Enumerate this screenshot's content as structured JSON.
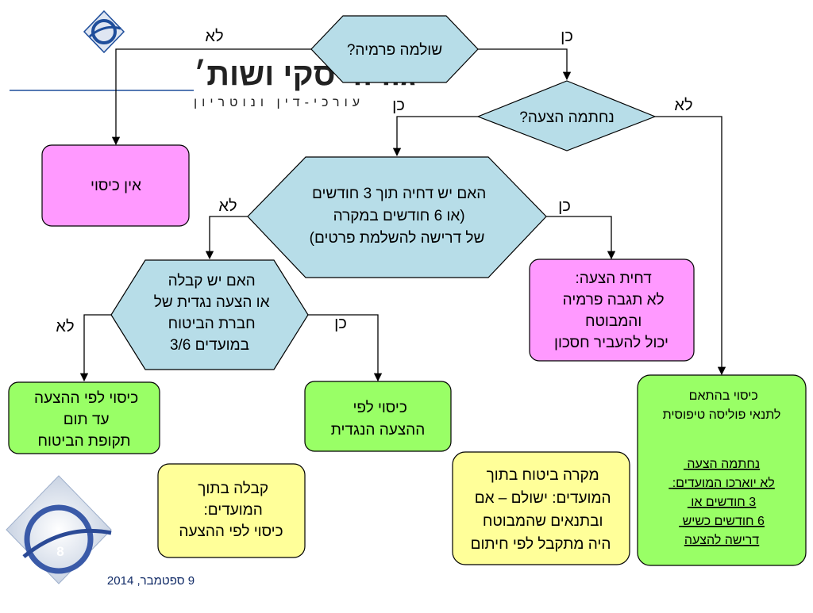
{
  "logo": {
    "name": "גורודיסקי ושות׳",
    "tagline": "עורכי-דין ונוטריון"
  },
  "footer": {
    "page_number": "8",
    "date": "9 ספטמבר, 2014"
  },
  "colors": {
    "decision": "#b7dde8",
    "no_coverage": "#ff99ff",
    "coverage": "#99ff66",
    "note": "#ffff99",
    "logo_blue": "#1f4e9b"
  },
  "diagram": {
    "decisions": {
      "premium_paid": {
        "lines": [
          "שולמה פרמיה?"
        ]
      },
      "proposal_signed": {
        "lines": [
          "נחתמה הצעה?"
        ]
      },
      "rejection": {
        "lines": [
          "האם יש דחיה תוך 3 חודשים",
          "(או 6 חודשים במקרה",
          "של דרישה להשלמת פרטים)"
        ]
      },
      "acceptance": {
        "lines": [
          "האם יש קבלה",
          "או הצעה נגדית של",
          "חברת הביטוח",
          "במועדים 3/6"
        ]
      }
    },
    "boxes": {
      "no_coverage": {
        "lines": [
          "אין כיסוי"
        ]
      },
      "proposal_rejected": {
        "lines": [
          "דחית הצעה:",
          "לא תגבה פרמיה",
          "והמבוטח",
          "יכול להעביר חסכון"
        ]
      },
      "cover_until_end": {
        "lines": [
          "כיסוי לפי ההצעה",
          "עד תום",
          "תקופת הביטוח"
        ]
      },
      "cover_counter": {
        "lines": [
          "כיסוי לפי",
          "ההצעה הנגדית"
        ]
      },
      "cover_standard": {
        "lines": [
          "כיסוי בהתאם",
          "לתנאי פוליסה טיפוסית"
        ],
        "underlined_lines": [
          "נחתמה הצעה",
          "לא יוארכו המועדים:",
          "3 חודשים או",
          "6 חודשים כשיש",
          "דרישה להצעה"
        ]
      }
    },
    "notes": {
      "acceptance_in_time": {
        "lines": [
          "קבלה בתוך",
          "המועדים:",
          "כיסוי לפי ההצעה"
        ]
      },
      "claim_in_time": {
        "lines": [
          "מקרה ביטוח בתוך",
          "המועדים: ישולם – אם",
          "ובתנאים שהמבוטח",
          "היה מתקבל לפי חיתום"
        ]
      }
    },
    "edge_labels": {
      "premium_no": "לא",
      "premium_yes": "כן",
      "signed_yes": "כן",
      "signed_no": "לא",
      "rejection_no": "לא",
      "rejection_yes": "כן",
      "acceptance_no": "לא",
      "acceptance_yes": "כן"
    }
  }
}
